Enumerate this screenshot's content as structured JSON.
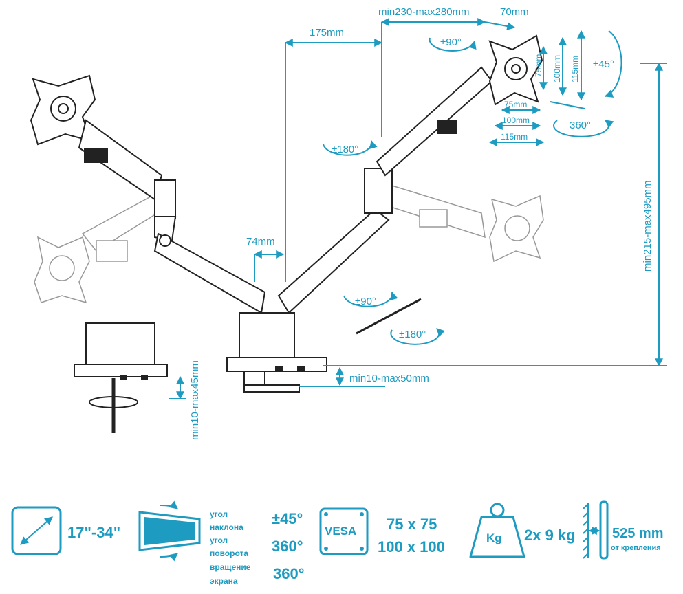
{
  "dimensions": {
    "top_arm": "175mm",
    "arm_range": "min230-max280mm",
    "head_offset": "70mm",
    "pole_gap": "74mm",
    "height_range": "min215-max495mm",
    "clamp_range": "min10-max50mm",
    "grommet_range": "min10-max45mm",
    "vesa_75": "75mm",
    "vesa_100": "100mm",
    "vesa_115": "115mm"
  },
  "angles": {
    "head_swivel": "±90°",
    "tilt": "±45°",
    "rotate": "360°",
    "elbow": "±180°",
    "base_swivel": "±90°",
    "base_rotate": "±180°"
  },
  "specs": {
    "size_label": "17\"-34\"",
    "tilt_label_1": "угол",
    "tilt_label_2": "наклона",
    "rotate_label_1": "угол",
    "rotate_label_2": "поворота",
    "rotation_label_1": "вращение",
    "rotation_label_2": "экрана",
    "tilt_value": "±45°",
    "rotate_value": "360°",
    "rotation_value": "360°",
    "vesa_badge": "VESA",
    "vesa_1": "75 x 75",
    "vesa_2": "100 x 100",
    "weight_badge": "Kg",
    "weight_value": "2x 9 kg",
    "reach_value": "525 mm",
    "reach_label": "от крепления"
  },
  "colors": {
    "accent": "#1e9bc0",
    "line": "#222222"
  }
}
